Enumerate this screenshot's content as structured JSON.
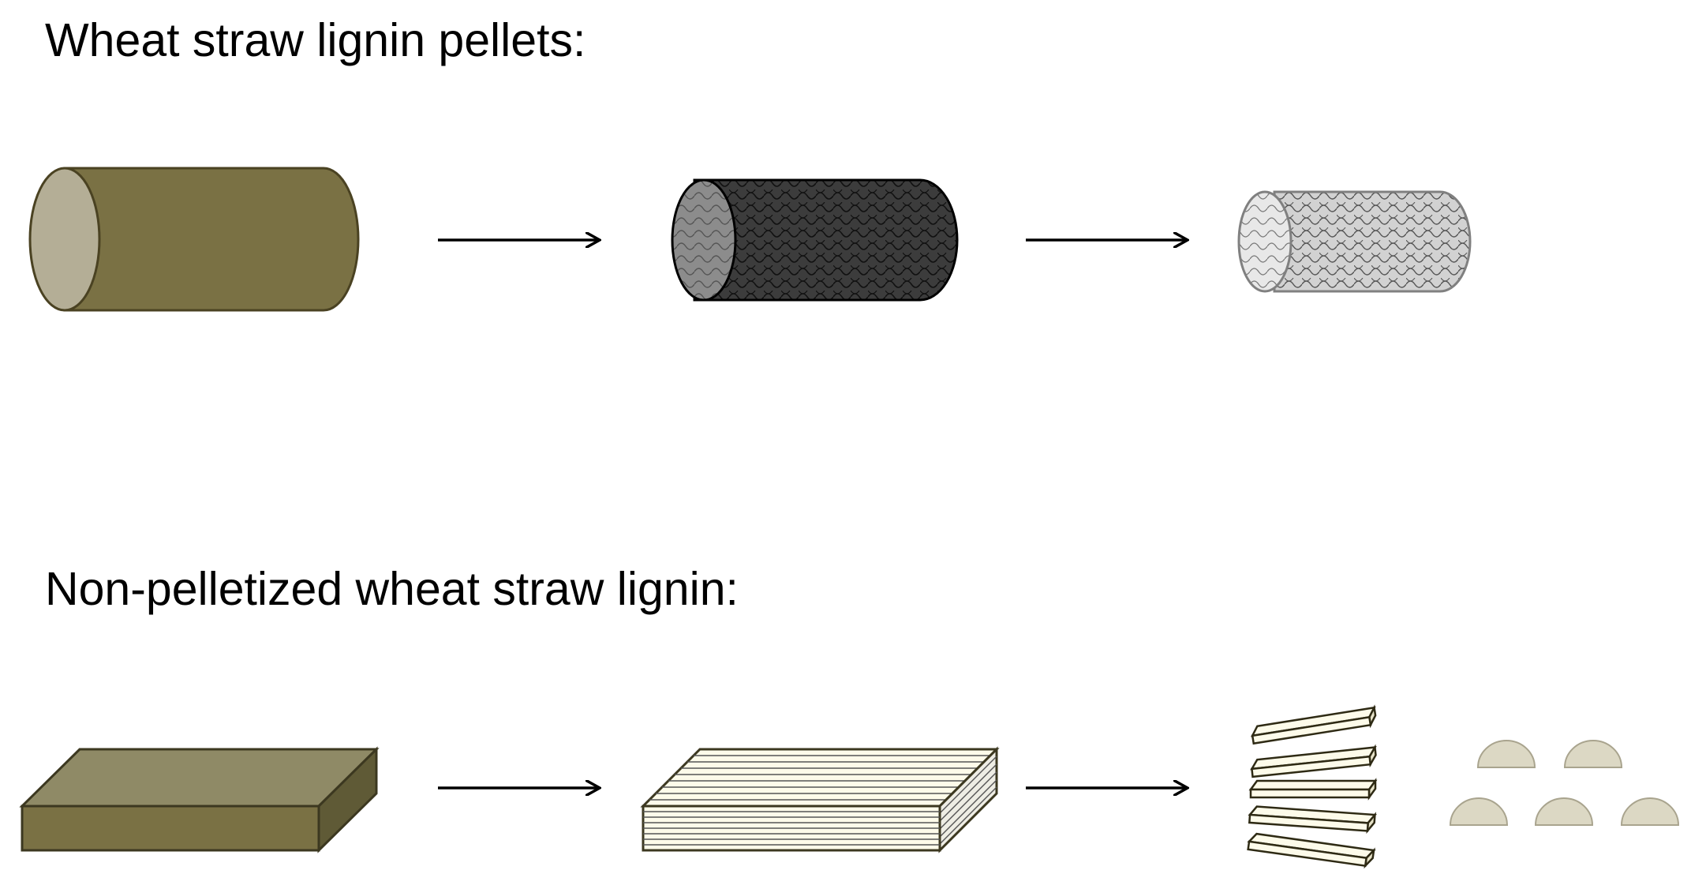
{
  "sections": [
    {
      "title": "Wheat straw lignin pellets:",
      "stages": [
        "raw-pellet",
        "darkened-textured-pellet",
        "light-textured-pellet"
      ]
    },
    {
      "title": "Non-pelletized wheat straw lignin:",
      "stages": [
        "raw-block",
        "layered-block",
        "separated-flakes",
        "fragments"
      ]
    }
  ],
  "colors": {
    "raw_lignin": "#7a7144",
    "raw_lignin_end": "#b4ae96",
    "raw_lignin_outline": "#4a4222",
    "dark_pellet": "#3c3c3c",
    "dark_pellet_end": "#8c8c8c",
    "light_pellet": "#d2d2d2",
    "light_pellet_end": "#e8e8e8",
    "layer_fill": "#fdfbea",
    "fragment": "#dcd8c4",
    "arrow": "#000000"
  }
}
